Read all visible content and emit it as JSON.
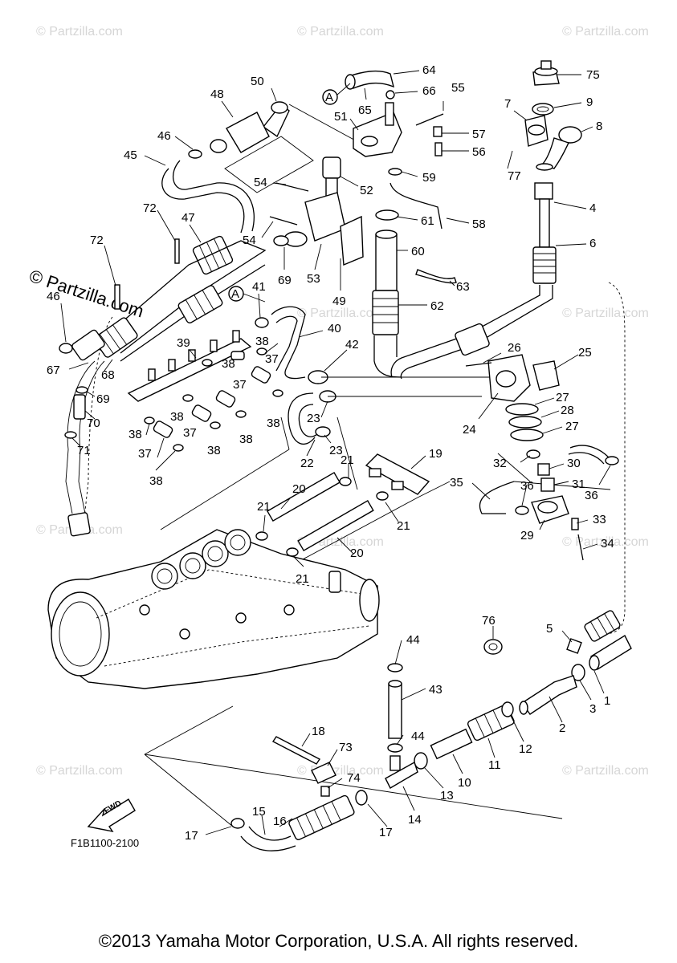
{
  "watermark": "© Partzilla.com",
  "watermark_main": "© Partzilla.com",
  "figure_code": "F1B1100-2100",
  "fwd_label": "FWD",
  "view_marker": "A",
  "copyright": "©2013 Yamaha Motor Corporation, U.S.A. All rights reserved.",
  "callouts": [
    "1",
    "2",
    "3",
    "4",
    "5",
    "6",
    "7",
    "8",
    "9",
    "10",
    "11",
    "12",
    "13",
    "14",
    "15",
    "16",
    "17",
    "17",
    "18",
    "19",
    "20",
    "20",
    "21",
    "21",
    "21",
    "21",
    "22",
    "23",
    "23",
    "24",
    "25",
    "26",
    "27",
    "27",
    "28",
    "29",
    "30",
    "31",
    "32",
    "33",
    "34",
    "35",
    "36",
    "36",
    "37",
    "37",
    "37",
    "37",
    "38",
    "38",
    "38",
    "38",
    "38",
    "38",
    "38",
    "38",
    "39",
    "40",
    "41",
    "42",
    "43",
    "44",
    "44",
    "45",
    "46",
    "46",
    "47",
    "48",
    "49",
    "50",
    "51",
    "52",
    "53",
    "54",
    "54",
    "55",
    "56",
    "57",
    "58",
    "59",
    "60",
    "61",
    "62",
    "63",
    "64",
    "65",
    "66",
    "67",
    "68",
    "69",
    "69",
    "70",
    "71",
    "72",
    "72",
    "73",
    "74",
    "75",
    "76",
    "77"
  ]
}
